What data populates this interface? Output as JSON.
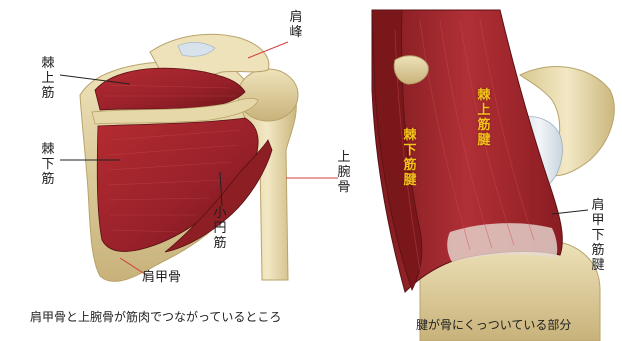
{
  "left_panel": {
    "labels": {
      "acromion": "肩\n峰",
      "supraspinatus": "棘\n上\n筋",
      "infraspinatus": "棘\n下\n筋",
      "humerus": "上\n腕\n骨",
      "teres_minor": "小\n円\n筋",
      "scapula": "肩甲骨"
    },
    "caption": "肩甲骨と上腕骨が筋肉でつながっているところ"
  },
  "right_panel": {
    "labels": {
      "supraspinatus_tendon": "棘\n上\n筋\n腱",
      "infraspinatus_tendon": "棘\n下\n筋\n腱",
      "subscapularis_tendon": "肩\n甲\n下\n筋\n腱"
    },
    "caption": "腱が骨にくっついている部分"
  },
  "colors": {
    "muscle": "#a8242a",
    "muscle_dark": "#6e1518",
    "bone": "#e9ddb0",
    "bone_shadow": "#c9b57c",
    "tendon": "#dfe7ee",
    "label_yellow": "#f2c41c",
    "pointer_line": "#222222",
    "pointer_line_red": "#d2403c"
  }
}
